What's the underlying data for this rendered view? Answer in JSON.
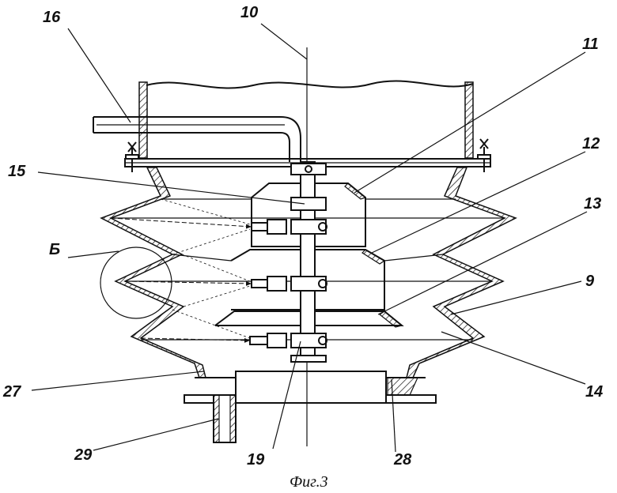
{
  "figure": {
    "caption": "Фиг.3",
    "callouts": {
      "c16": "16",
      "c10": "10",
      "c11": "11",
      "c12": "12",
      "c15": "15",
      "c13": "13",
      "cB": "Б",
      "c9": "9",
      "c27": "27",
      "c14": "14",
      "c29": "29",
      "c19": "19",
      "c28": "28"
    }
  }
}
